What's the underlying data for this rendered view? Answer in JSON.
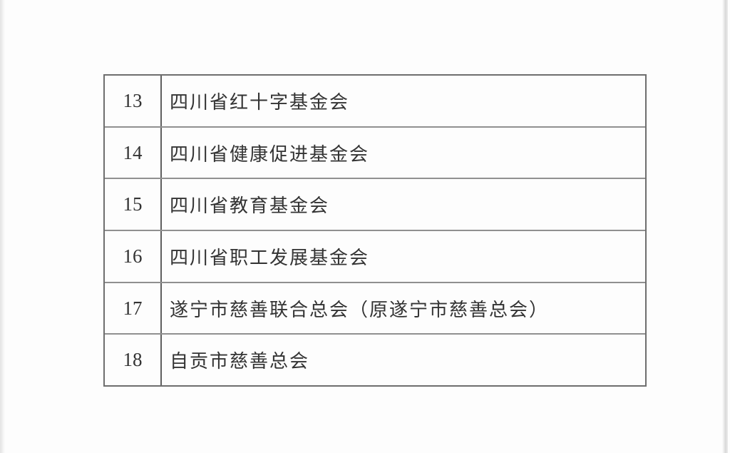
{
  "colors": {
    "page_background": "#fdfdfd",
    "table_border": "#6e6e6e",
    "row_separator": "#909090",
    "column_divider": "#5f5f5f",
    "text": "#333333"
  },
  "table": {
    "rows": [
      {
        "no": "13",
        "name": "四川省红十字基金会"
      },
      {
        "no": "14",
        "name": "四川省健康促进基金会"
      },
      {
        "no": "15",
        "name": "四川省教育基金会"
      },
      {
        "no": "16",
        "name": "四川省职工发展基金会"
      },
      {
        "no": "17",
        "name": "遂宁市慈善联合总会（原遂宁市慈善总会）"
      },
      {
        "no": "18",
        "name": "自贡市慈善总会"
      }
    ]
  }
}
